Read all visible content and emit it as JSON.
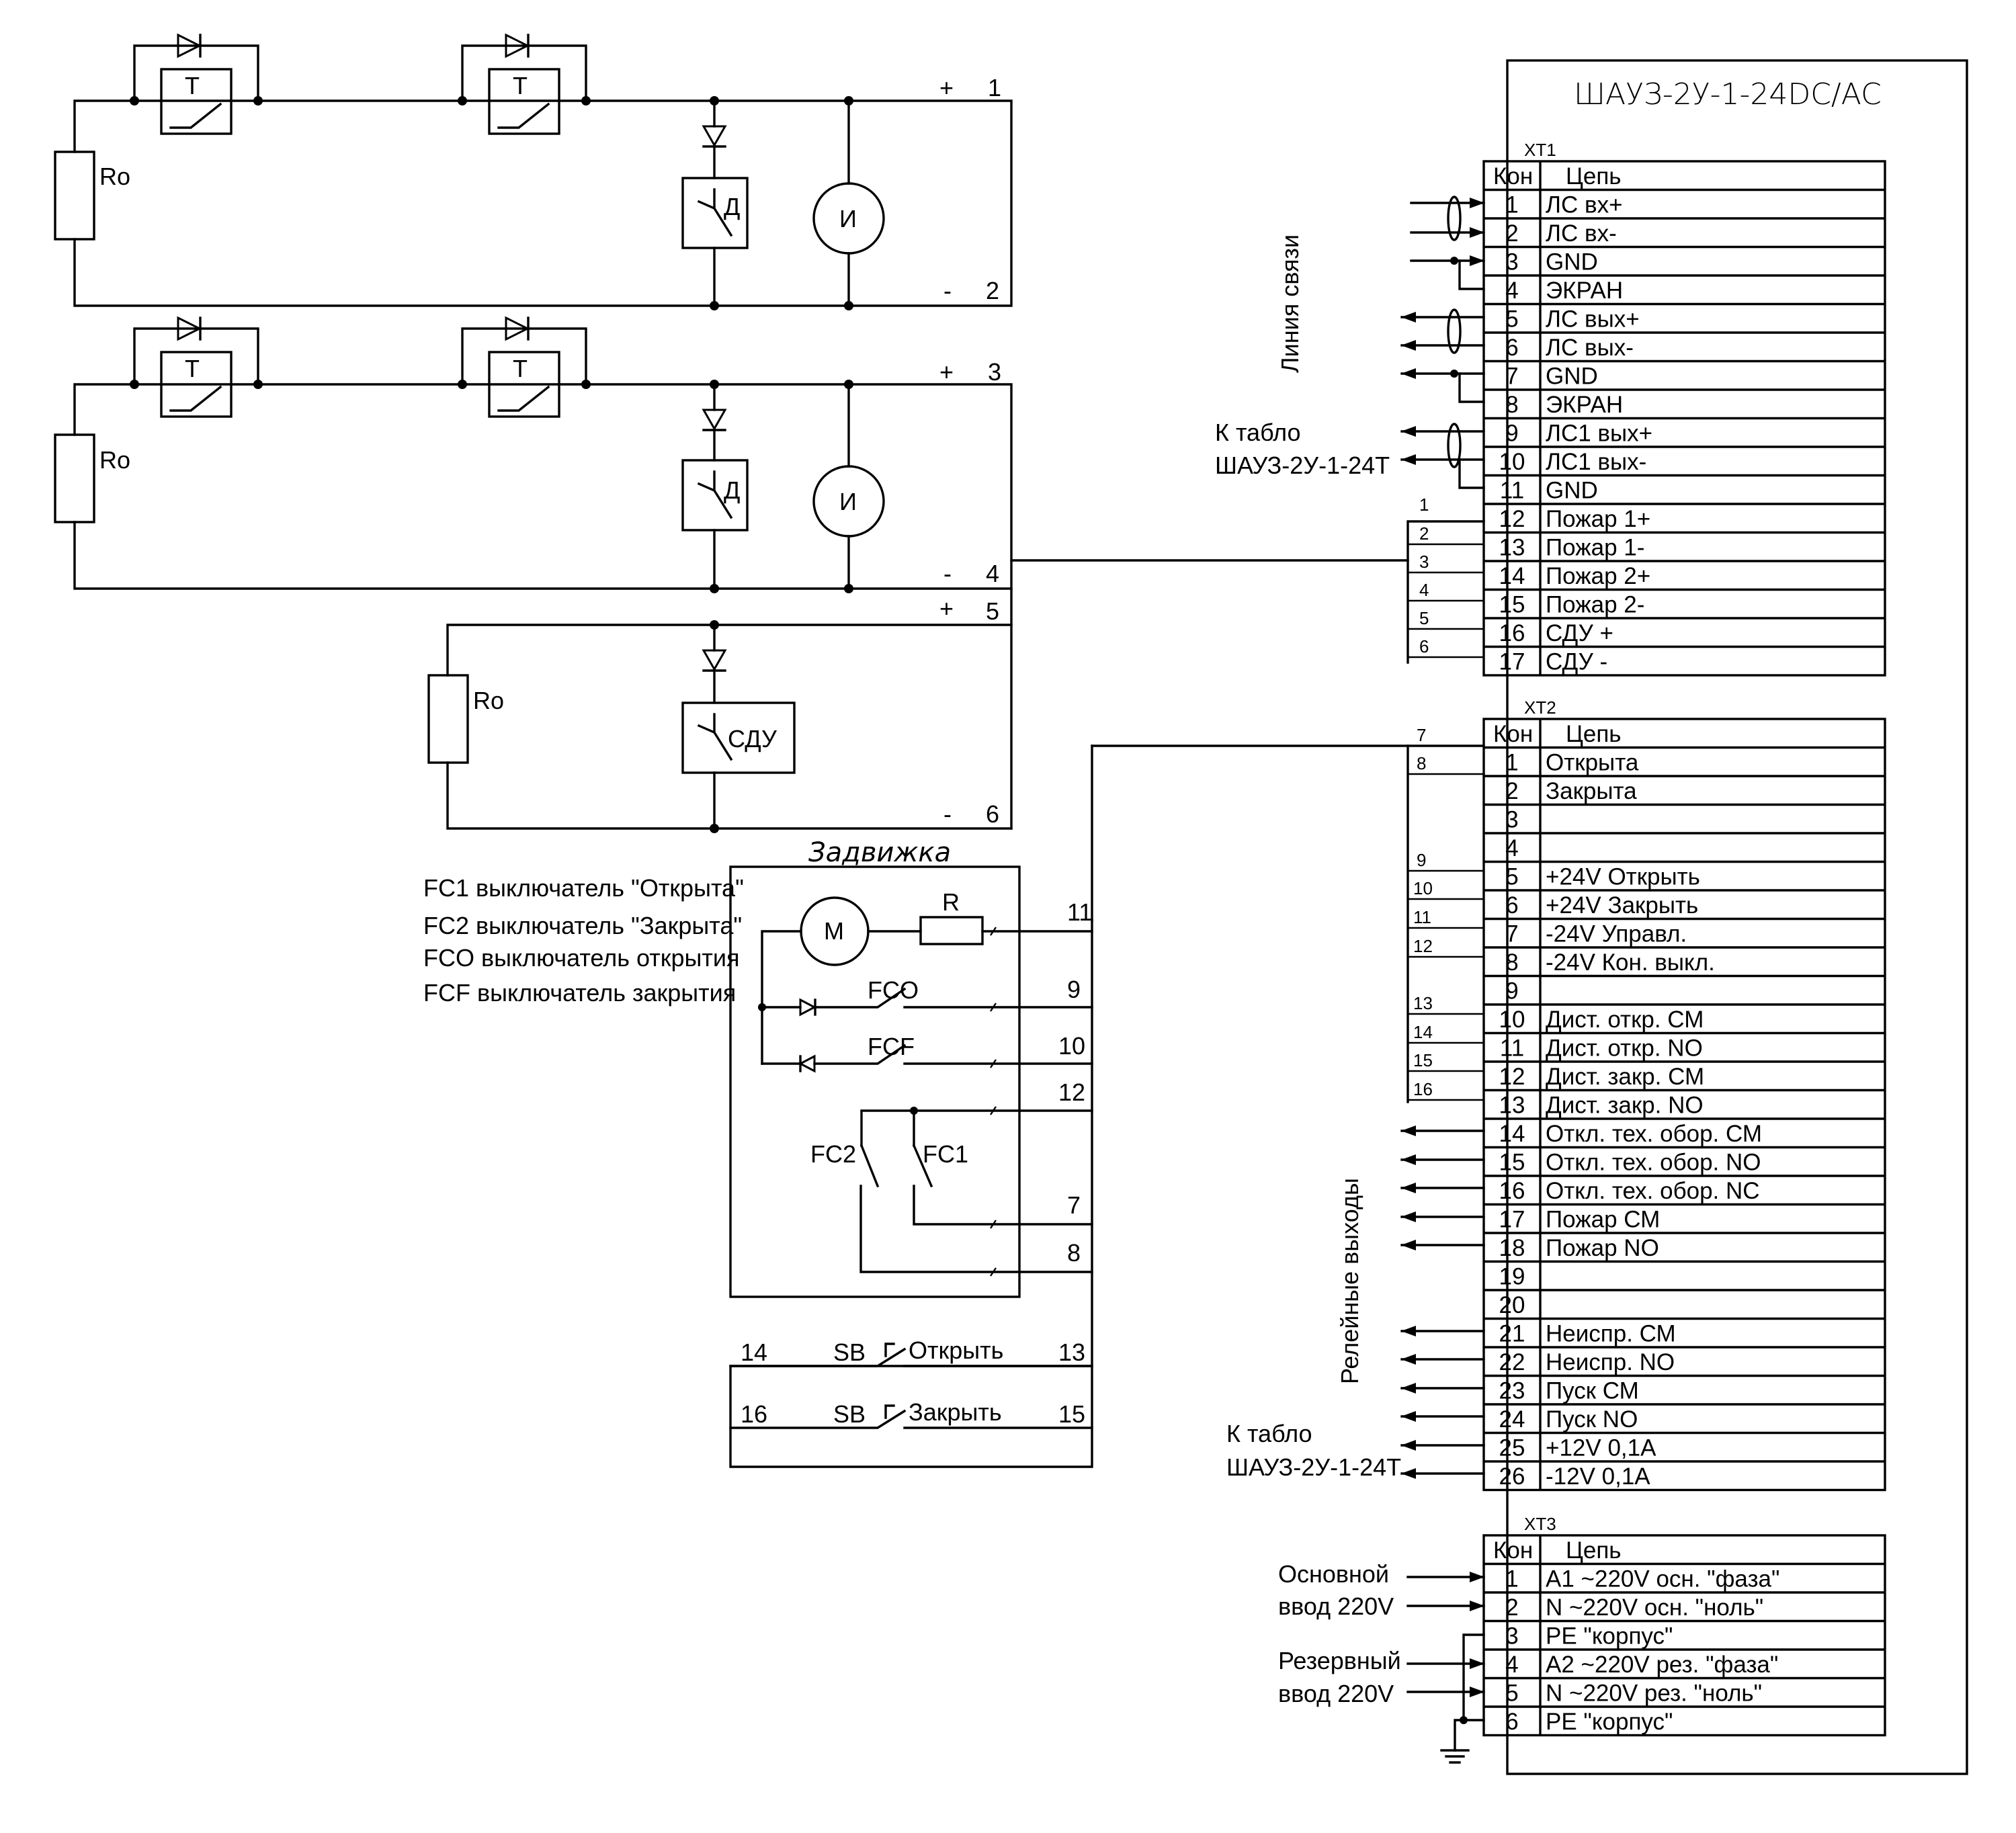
{
  "device": {
    "title": "ШАУЗ-2У-1-24DC/AC",
    "blocks": [
      {
        "name": "XT1",
        "header": {
          "kon": "Кон",
          "cep": "Цепь"
        },
        "rows": [
          {
            "n": "1",
            "label": "ЛС вх+"
          },
          {
            "n": "2",
            "label": "ЛС вх-"
          },
          {
            "n": "3",
            "label": "GND"
          },
          {
            "n": "4",
            "label": "ЭКРАН"
          },
          {
            "n": "5",
            "label": "ЛС вых+"
          },
          {
            "n": "6",
            "label": "ЛС вых-"
          },
          {
            "n": "7",
            "label": "GND"
          },
          {
            "n": "8",
            "label": "ЭКРАН"
          },
          {
            "n": "9",
            "label": "ЛС1 вых+"
          },
          {
            "n": "10",
            "label": "ЛС1 вых-"
          },
          {
            "n": "11",
            "label": "GND"
          },
          {
            "n": "12",
            "label": "Пожар 1+"
          },
          {
            "n": "13",
            "label": "Пожар 1-"
          },
          {
            "n": "14",
            "label": "Пожар 2+"
          },
          {
            "n": "15",
            "label": "Пожар 2-"
          },
          {
            "n": "16",
            "label": "СДУ +"
          },
          {
            "n": "17",
            "label": "СДУ -"
          }
        ]
      },
      {
        "name": "XT2",
        "header": {
          "kon": "Кон",
          "cep": "Цепь"
        },
        "rows": [
          {
            "n": "1",
            "label": "Открыта"
          },
          {
            "n": "2",
            "label": "Закрыта"
          },
          {
            "n": "3",
            "label": ""
          },
          {
            "n": "4",
            "label": ""
          },
          {
            "n": "5",
            "label": "+24V Открыть"
          },
          {
            "n": "6",
            "label": "+24V Закрыть"
          },
          {
            "n": "7",
            "label": "-24V Управл."
          },
          {
            "n": "8",
            "label": "-24V Кон. выкл."
          },
          {
            "n": "9",
            "label": ""
          },
          {
            "n": "10",
            "label": "Дист. откр. СМ"
          },
          {
            "n": "11",
            "label": "Дист. откр. NO"
          },
          {
            "n": "12",
            "label": "Дист. закр. СМ"
          },
          {
            "n": "13",
            "label": "Дист. закр. NO"
          },
          {
            "n": "14",
            "label": "Откл. тех. обор. СМ"
          },
          {
            "n": "15",
            "label": "Откл. тех. обор. NO"
          },
          {
            "n": "16",
            "label": "Откл. тех. обор. NC"
          },
          {
            "n": "17",
            "label": "Пожар СМ"
          },
          {
            "n": "18",
            "label": "Пожар NO"
          },
          {
            "n": "19",
            "label": ""
          },
          {
            "n": "20",
            "label": ""
          },
          {
            "n": "21",
            "label": "Неиспр. СМ"
          },
          {
            "n": "22",
            "label": "Неиспр. NO"
          },
          {
            "n": "23",
            "label": "Пуск СМ"
          },
          {
            "n": "24",
            "label": "Пуск NO"
          },
          {
            "n": "25",
            "label": "+12V 0,1A"
          },
          {
            "n": "26",
            "label": "-12V 0,1A"
          }
        ]
      },
      {
        "name": "XT3",
        "header": {
          "kon": "Кон",
          "cep": "Цепь"
        },
        "rows": [
          {
            "n": "1",
            "label": "A1 ~220V осн. \"фаза\""
          },
          {
            "n": "2",
            "label": "N ~220V осн. \"ноль\""
          },
          {
            "n": "3",
            "label": "PE \"корпус\""
          },
          {
            "n": "4",
            "label": "A2 ~220V рез. \"фаза\""
          },
          {
            "n": "5",
            "label": "N ~220V рез. \"ноль\""
          },
          {
            "n": "6",
            "label": "PE \"корпус\""
          }
        ]
      }
    ]
  },
  "side_labels": {
    "comm_line": "Линия связи",
    "relay_outputs": "Релейные выходы",
    "to_panel": "К табло",
    "panel_model": "ШАУЗ-2У-1-24Т",
    "main_input_1": "Основной",
    "main_input_2": "ввод 220V",
    "reserve_input_1": "Резервный",
    "reserve_input_2": "ввод 220V"
  },
  "loops": {
    "ro": "Ro",
    "thermal": "Т",
    "smoke": "Д",
    "manual": "И",
    "sdu": "СДУ",
    "plus": "+",
    "minus": "-",
    "terminals": [
      "1",
      "2",
      "3",
      "4",
      "5",
      "6"
    ]
  },
  "link_numbers": [
    "1",
    "2",
    "3",
    "4",
    "5",
    "6",
    "7",
    "8",
    "9",
    "10",
    "11",
    "12",
    "13",
    "14",
    "15",
    "16"
  ],
  "valve": {
    "title": "Задвижка",
    "motor": "M",
    "resistor": "R",
    "fco": "FCO",
    "fcf": "FCF",
    "fc1": "FC1",
    "fc2": "FC2",
    "terminals": [
      "11",
      "9",
      "10",
      "12",
      "7",
      "8"
    ],
    "legend": [
      "FC1 выключатель \"Открыта\"",
      "FC2 выключатель \"Закрыта\"",
      "FCO выключатель открытия",
      "FCF выключатель закрытия"
    ]
  },
  "buttons": {
    "sb": "SB",
    "open": "Открыть",
    "close": "Закрыть",
    "open_left": "14",
    "open_right": "13",
    "close_left": "16",
    "close_right": "15"
  }
}
